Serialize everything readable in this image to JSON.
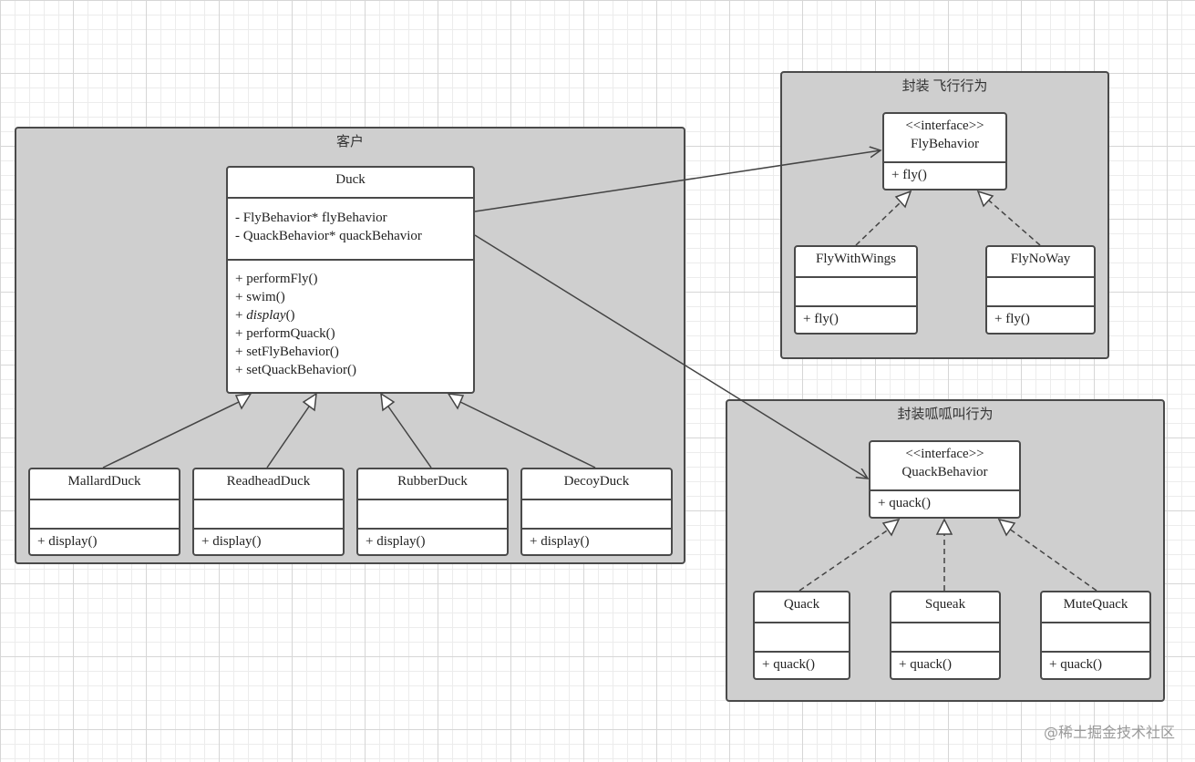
{
  "packages": {
    "client": "客户",
    "fly": "封装 飞行行为",
    "quack": "封装呱呱叫行为"
  },
  "duck": {
    "name": "Duck",
    "fields": [
      "- FlyBehavior* flyBehavior",
      "- QuackBehavior* quackBehavior"
    ],
    "methods": [
      "+ performFly()",
      "+ swim()",
      "+ display()",
      "+ performQuack()",
      "+ setFlyBehavior()",
      "+ setQuackBehavior()"
    ]
  },
  "subclasses": [
    {
      "name": "MallardDuck",
      "method": "+ display()"
    },
    {
      "name": "ReadheadDuck",
      "method": "+ display()"
    },
    {
      "name": "RubberDuck",
      "method": "+ display()"
    },
    {
      "name": "DecoyDuck",
      "method": "+ display()"
    }
  ],
  "fly_behavior": {
    "stereotype": "<<interface>>",
    "name": "FlyBehavior",
    "method": "+ fly()",
    "impls": [
      {
        "name": "FlyWithWings",
        "method": "+ fly()"
      },
      {
        "name": "FlyNoWay",
        "method": "+ fly()"
      }
    ]
  },
  "quack_behavior": {
    "stereotype": "<<interface>>",
    "name": "QuackBehavior",
    "method": "+ quack()",
    "impls": [
      {
        "name": "Quack",
        "method": "+ quack()"
      },
      {
        "name": "Squeak",
        "method": "+ quack()"
      },
      {
        "name": "MuteQuack",
        "method": "+ quack()"
      }
    ]
  },
  "watermark": "@稀土掘金技术社区"
}
